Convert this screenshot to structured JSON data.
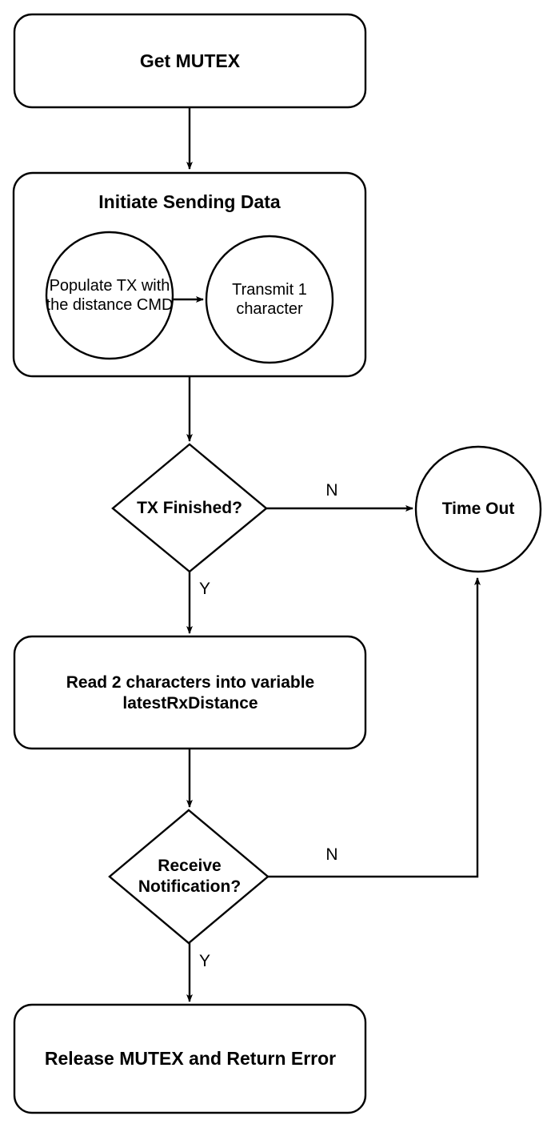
{
  "diagram": {
    "title": "Distance command send/receive flowchart",
    "background": "#ffffff",
    "stroke": "#000000",
    "fill": "#ffffff",
    "nodes": {
      "get_mutex": {
        "label": "Get MUTEX",
        "shape": "rounded-rect"
      },
      "initiate_sending": {
        "label": "Initiate Sending Data",
        "shape": "rounded-rect"
      },
      "populate_tx": {
        "label": "Populate TX with the distance CMD",
        "shape": "circle"
      },
      "transmit_char": {
        "label": "Transmit 1 character",
        "shape": "circle"
      },
      "tx_finished": {
        "label": "TX Finished?",
        "shape": "diamond"
      },
      "time_out": {
        "label": "Time Out",
        "shape": "circle"
      },
      "read_chars": {
        "label": "Read 2 characters into variable latestRxDistance",
        "shape": "rounded-rect"
      },
      "receive_notification": {
        "label": "Receive Notification?",
        "shape": "diamond"
      },
      "release_mutex": {
        "label": "Release MUTEX and Return Error",
        "shape": "rounded-rect"
      }
    },
    "edge_labels": {
      "tx_finished_no": "N",
      "tx_finished_yes": "Y",
      "receive_notification_no": "N",
      "receive_notification_yes": "Y"
    }
  }
}
